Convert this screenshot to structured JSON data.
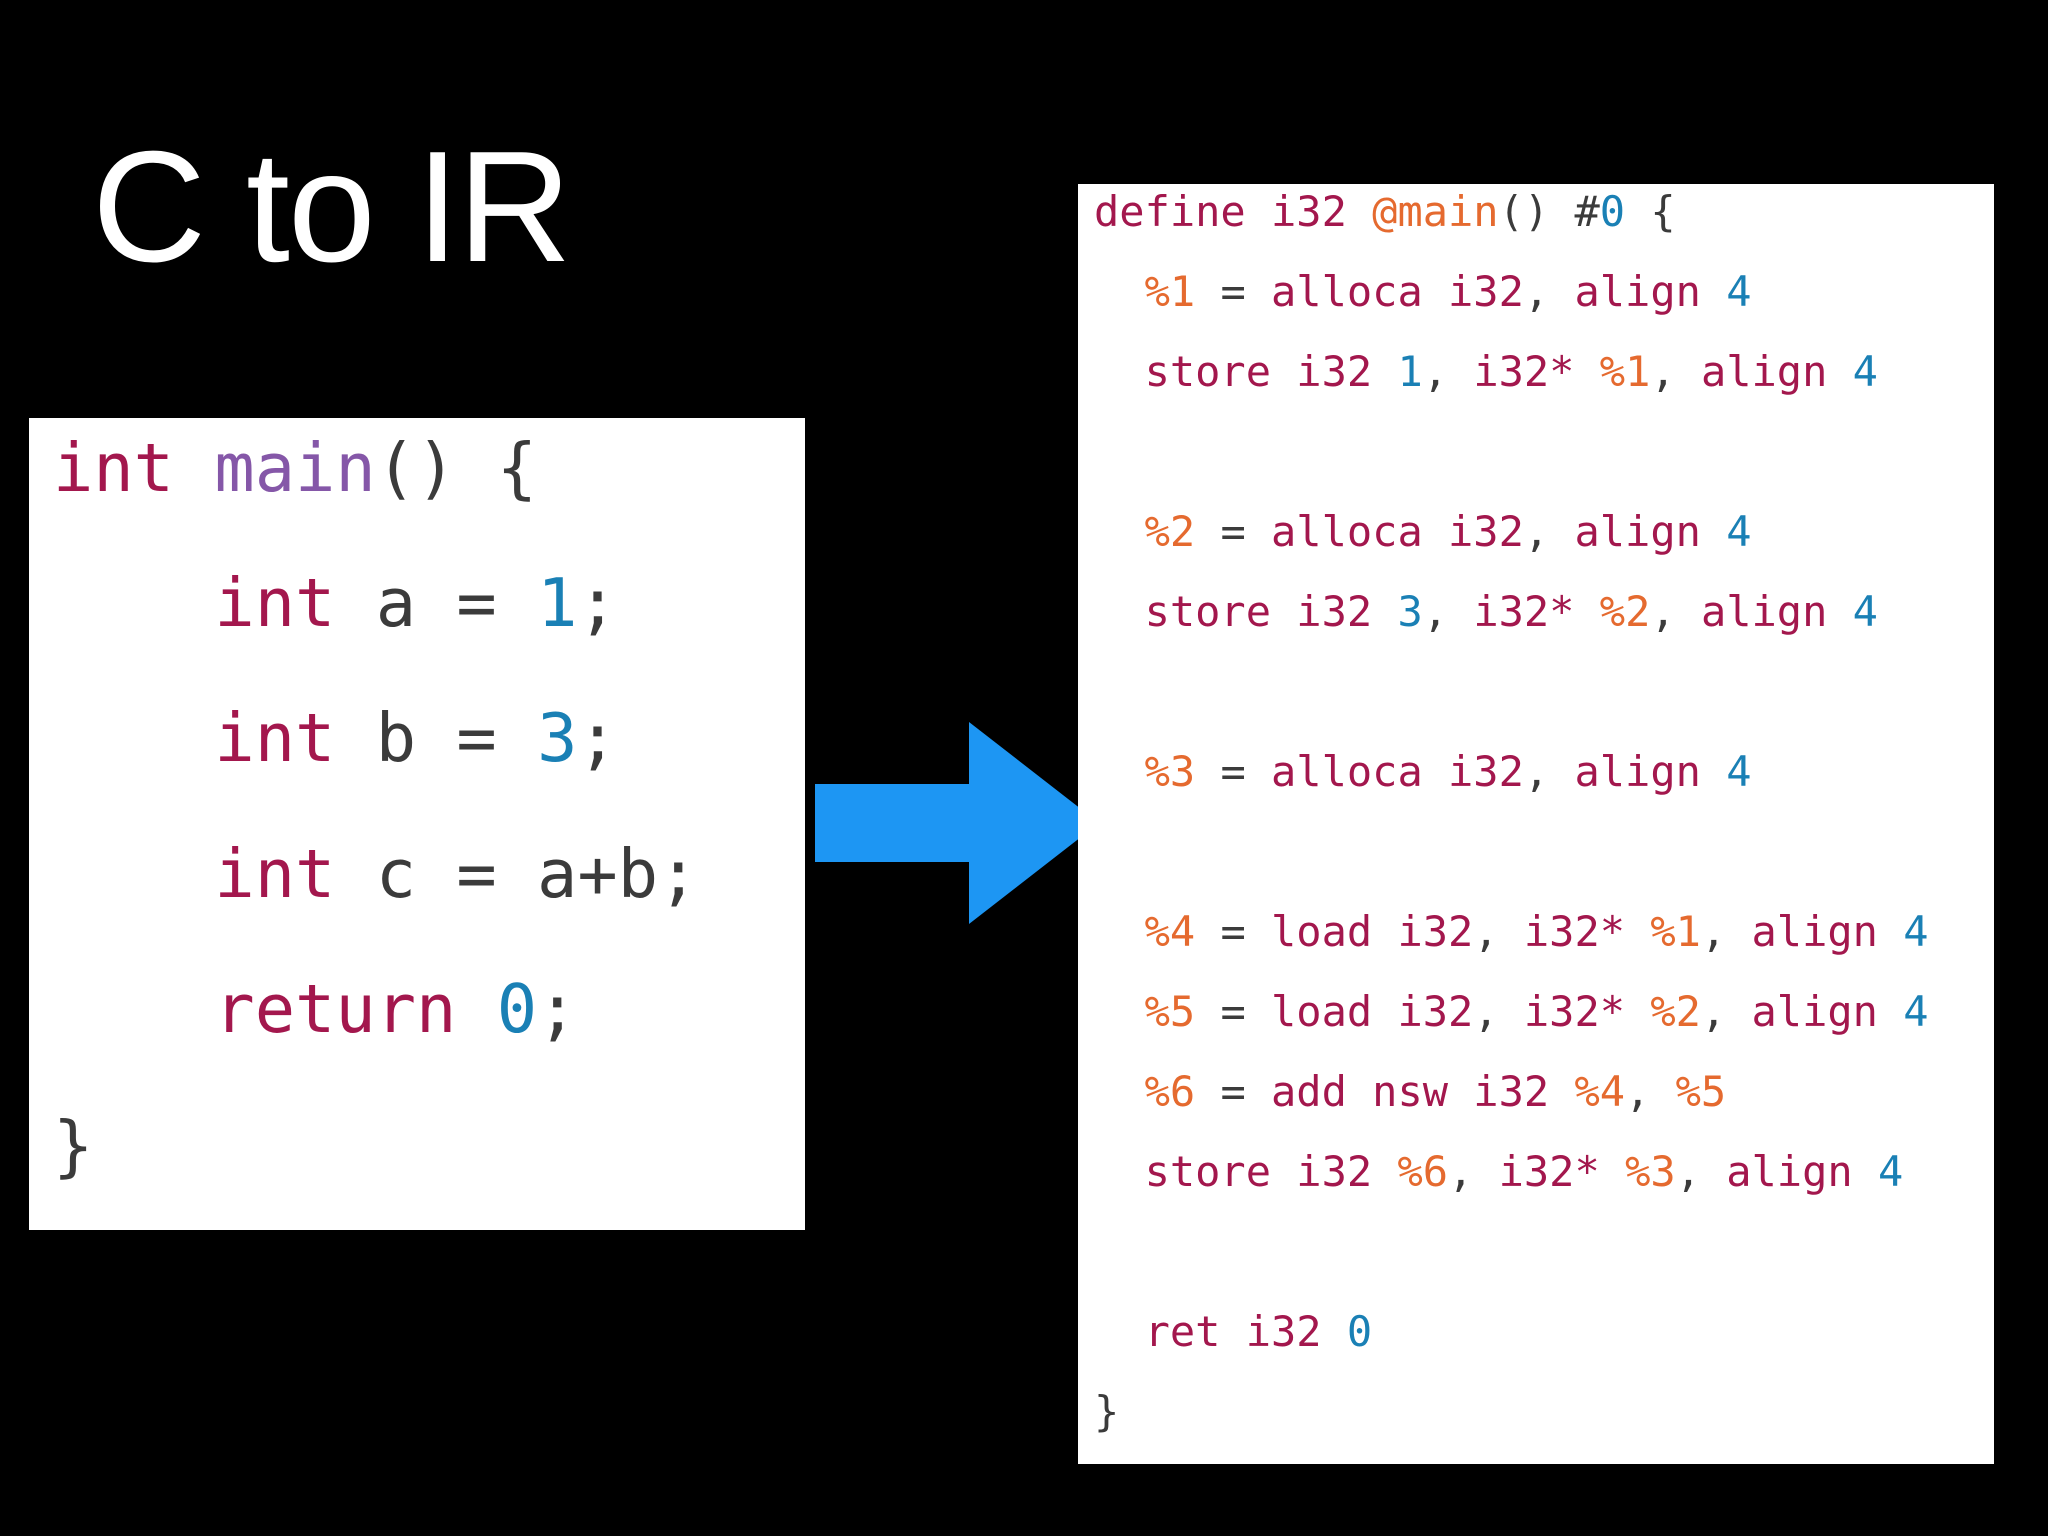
{
  "slide": {
    "title": "C to IR"
  },
  "colors": {
    "background": "#000000",
    "panel": "#ffffff",
    "keyword": "#a3174d",
    "function": "#8557a8",
    "number": "#1a80b5",
    "register": "#e56a2f",
    "plain": "#3b3b3b",
    "arrow": "#1d96f3"
  },
  "c_code": {
    "lines": [
      [
        {
          "text": "int",
          "kind": "keyword"
        },
        {
          "text": " ",
          "kind": "plain"
        },
        {
          "text": "main",
          "kind": "function"
        },
        {
          "text": "() {",
          "kind": "plain"
        }
      ],
      [
        {
          "text": "    ",
          "kind": "plain"
        },
        {
          "text": "int",
          "kind": "keyword"
        },
        {
          "text": " a = ",
          "kind": "plain"
        },
        {
          "text": "1",
          "kind": "number"
        },
        {
          "text": ";",
          "kind": "plain"
        }
      ],
      [
        {
          "text": "    ",
          "kind": "plain"
        },
        {
          "text": "int",
          "kind": "keyword"
        },
        {
          "text": " b = ",
          "kind": "plain"
        },
        {
          "text": "3",
          "kind": "number"
        },
        {
          "text": ";",
          "kind": "plain"
        }
      ],
      [
        {
          "text": "    ",
          "kind": "plain"
        },
        {
          "text": "int",
          "kind": "keyword"
        },
        {
          "text": " c = a+b;",
          "kind": "plain"
        }
      ],
      [
        {
          "text": "    ",
          "kind": "plain"
        },
        {
          "text": "return",
          "kind": "keyword"
        },
        {
          "text": " ",
          "kind": "plain"
        },
        {
          "text": "0",
          "kind": "number"
        },
        {
          "text": ";",
          "kind": "plain"
        }
      ],
      [
        {
          "text": "}",
          "kind": "plain"
        }
      ]
    ]
  },
  "ir_code": {
    "lines": [
      [
        {
          "text": "define",
          "kind": "keyword"
        },
        {
          "text": " i32 ",
          "kind": "keyword"
        },
        {
          "text": "@main",
          "kind": "register"
        },
        {
          "text": "() #",
          "kind": "plain"
        },
        {
          "text": "0",
          "kind": "number"
        },
        {
          "text": " {",
          "kind": "plain"
        }
      ],
      [
        {
          "text": "  ",
          "kind": "plain"
        },
        {
          "text": "%1",
          "kind": "register"
        },
        {
          "text": " = ",
          "kind": "plain"
        },
        {
          "text": "alloca i32",
          "kind": "keyword"
        },
        {
          "text": ", ",
          "kind": "plain"
        },
        {
          "text": "align",
          "kind": "keyword"
        },
        {
          "text": " ",
          "kind": "plain"
        },
        {
          "text": "4",
          "kind": "number"
        }
      ],
      [
        {
          "text": "  ",
          "kind": "plain"
        },
        {
          "text": "store i32",
          "kind": "keyword"
        },
        {
          "text": " ",
          "kind": "plain"
        },
        {
          "text": "1",
          "kind": "number"
        },
        {
          "text": ", ",
          "kind": "plain"
        },
        {
          "text": "i32*",
          "kind": "keyword"
        },
        {
          "text": " ",
          "kind": "plain"
        },
        {
          "text": "%1",
          "kind": "register"
        },
        {
          "text": ", ",
          "kind": "plain"
        },
        {
          "text": "align",
          "kind": "keyword"
        },
        {
          "text": " ",
          "kind": "plain"
        },
        {
          "text": "4",
          "kind": "number"
        }
      ],
      [],
      [
        {
          "text": "  ",
          "kind": "plain"
        },
        {
          "text": "%2",
          "kind": "register"
        },
        {
          "text": " = ",
          "kind": "plain"
        },
        {
          "text": "alloca i32",
          "kind": "keyword"
        },
        {
          "text": ", ",
          "kind": "plain"
        },
        {
          "text": "align",
          "kind": "keyword"
        },
        {
          "text": " ",
          "kind": "plain"
        },
        {
          "text": "4",
          "kind": "number"
        }
      ],
      [
        {
          "text": "  ",
          "kind": "plain"
        },
        {
          "text": "store i32",
          "kind": "keyword"
        },
        {
          "text": " ",
          "kind": "plain"
        },
        {
          "text": "3",
          "kind": "number"
        },
        {
          "text": ", ",
          "kind": "plain"
        },
        {
          "text": "i32*",
          "kind": "keyword"
        },
        {
          "text": " ",
          "kind": "plain"
        },
        {
          "text": "%2",
          "kind": "register"
        },
        {
          "text": ", ",
          "kind": "plain"
        },
        {
          "text": "align",
          "kind": "keyword"
        },
        {
          "text": " ",
          "kind": "plain"
        },
        {
          "text": "4",
          "kind": "number"
        }
      ],
      [],
      [
        {
          "text": "  ",
          "kind": "plain"
        },
        {
          "text": "%3",
          "kind": "register"
        },
        {
          "text": " = ",
          "kind": "plain"
        },
        {
          "text": "alloca i32",
          "kind": "keyword"
        },
        {
          "text": ", ",
          "kind": "plain"
        },
        {
          "text": "align",
          "kind": "keyword"
        },
        {
          "text": " ",
          "kind": "plain"
        },
        {
          "text": "4",
          "kind": "number"
        }
      ],
      [],
      [
        {
          "text": "  ",
          "kind": "plain"
        },
        {
          "text": "%4",
          "kind": "register"
        },
        {
          "text": " = ",
          "kind": "plain"
        },
        {
          "text": "load i32",
          "kind": "keyword"
        },
        {
          "text": ", ",
          "kind": "plain"
        },
        {
          "text": "i32*",
          "kind": "keyword"
        },
        {
          "text": " ",
          "kind": "plain"
        },
        {
          "text": "%1",
          "kind": "register"
        },
        {
          "text": ", ",
          "kind": "plain"
        },
        {
          "text": "align",
          "kind": "keyword"
        },
        {
          "text": " ",
          "kind": "plain"
        },
        {
          "text": "4",
          "kind": "number"
        }
      ],
      [
        {
          "text": "  ",
          "kind": "plain"
        },
        {
          "text": "%5",
          "kind": "register"
        },
        {
          "text": " = ",
          "kind": "plain"
        },
        {
          "text": "load i32",
          "kind": "keyword"
        },
        {
          "text": ", ",
          "kind": "plain"
        },
        {
          "text": "i32*",
          "kind": "keyword"
        },
        {
          "text": " ",
          "kind": "plain"
        },
        {
          "text": "%2",
          "kind": "register"
        },
        {
          "text": ", ",
          "kind": "plain"
        },
        {
          "text": "align",
          "kind": "keyword"
        },
        {
          "text": " ",
          "kind": "plain"
        },
        {
          "text": "4",
          "kind": "number"
        }
      ],
      [
        {
          "text": "  ",
          "kind": "plain"
        },
        {
          "text": "%6",
          "kind": "register"
        },
        {
          "text": " = ",
          "kind": "plain"
        },
        {
          "text": "add nsw i32",
          "kind": "keyword"
        },
        {
          "text": " ",
          "kind": "plain"
        },
        {
          "text": "%4",
          "kind": "register"
        },
        {
          "text": ", ",
          "kind": "plain"
        },
        {
          "text": "%5",
          "kind": "register"
        }
      ],
      [
        {
          "text": "  ",
          "kind": "plain"
        },
        {
          "text": "store i32",
          "kind": "keyword"
        },
        {
          "text": " ",
          "kind": "plain"
        },
        {
          "text": "%6",
          "kind": "register"
        },
        {
          "text": ", ",
          "kind": "plain"
        },
        {
          "text": "i32*",
          "kind": "keyword"
        },
        {
          "text": " ",
          "kind": "plain"
        },
        {
          "text": "%3",
          "kind": "register"
        },
        {
          "text": ", ",
          "kind": "plain"
        },
        {
          "text": "align",
          "kind": "keyword"
        },
        {
          "text": " ",
          "kind": "plain"
        },
        {
          "text": "4",
          "kind": "number"
        }
      ],
      [],
      [
        {
          "text": "  ",
          "kind": "plain"
        },
        {
          "text": "ret i32",
          "kind": "keyword"
        },
        {
          "text": " ",
          "kind": "plain"
        },
        {
          "text": "0",
          "kind": "number"
        }
      ],
      [
        {
          "text": "}",
          "kind": "plain"
        }
      ]
    ]
  }
}
